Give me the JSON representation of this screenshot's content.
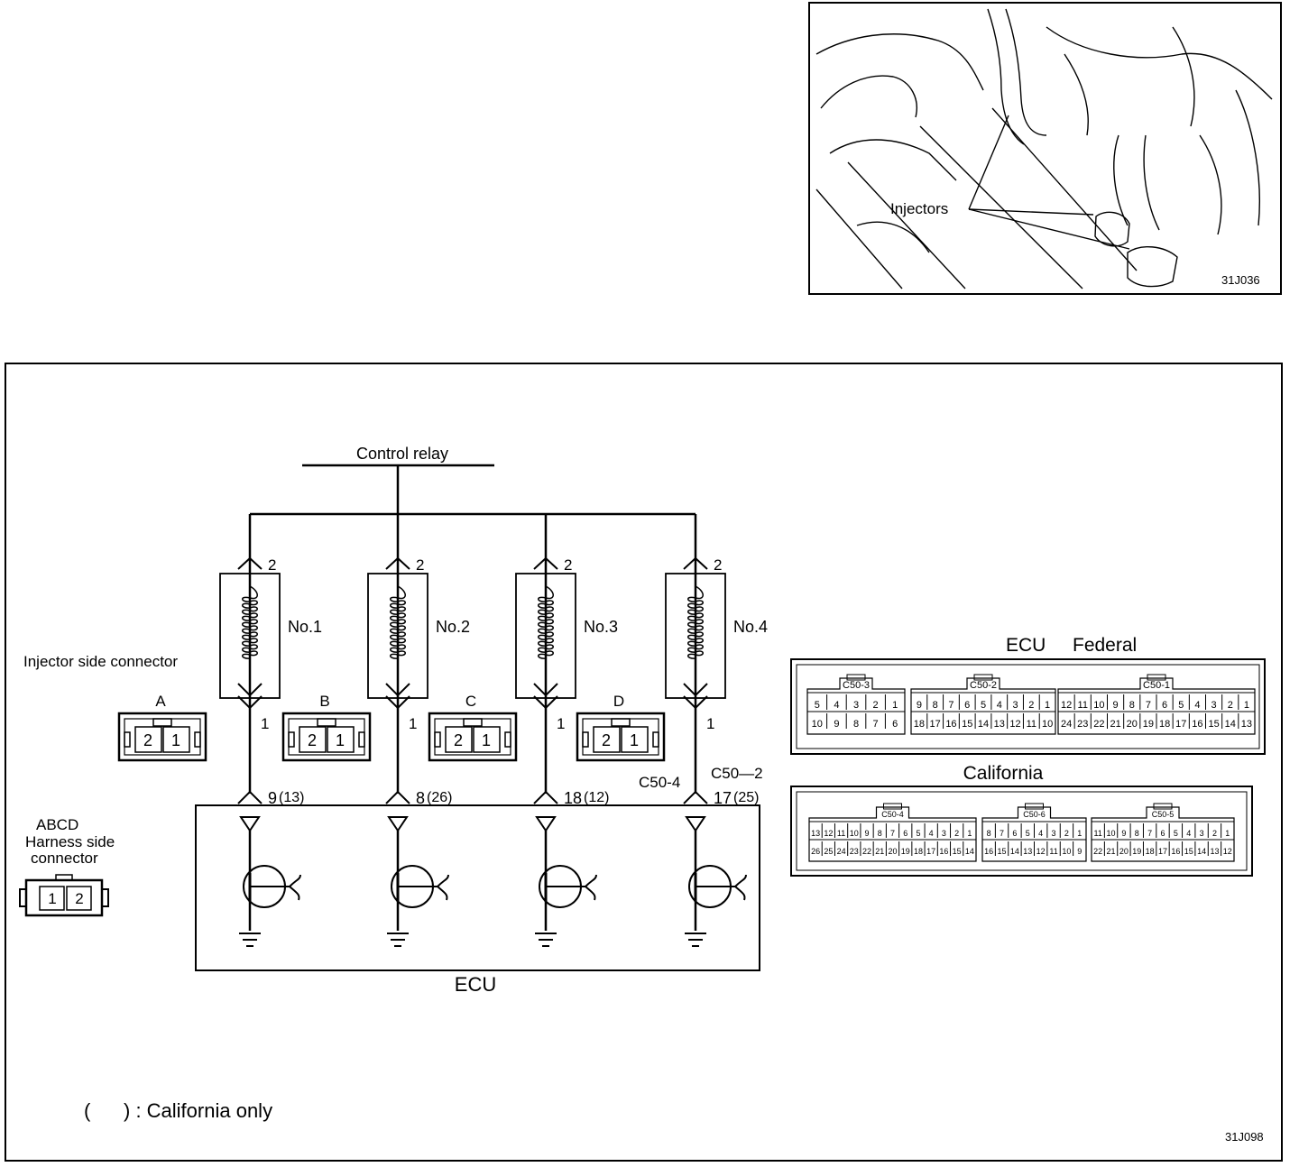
{
  "photo": {
    "callout": "Injectors",
    "figure_code": "31J036"
  },
  "diagram": {
    "figure_code": "31J098",
    "control_relay": "Control relay",
    "injector_side_connector": "Injector side connector",
    "harness_side": {
      "line1": "ABCD",
      "line2": "Harness side",
      "line3": "connector",
      "pins": [
        "1",
        "2"
      ]
    },
    "ecu_label": "ECU",
    "california_note": "(      ) : California only",
    "ecu_connector_labels": {
      "c50_4": "C50-4",
      "c50_2": "C50—2"
    },
    "injectors": [
      {
        "name": "No.1",
        "top_pin": "2",
        "bottom_pin": "1",
        "connector": "A",
        "conn_pins": [
          "2",
          "1"
        ],
        "ecu_pin": "9",
        "ecu_pin_ca": "(13)"
      },
      {
        "name": "No.2",
        "top_pin": "2",
        "bottom_pin": "1",
        "connector": "B",
        "conn_pins": [
          "2",
          "1"
        ],
        "ecu_pin": "8",
        "ecu_pin_ca": "(26)"
      },
      {
        "name": "No.3",
        "top_pin": "2",
        "bottom_pin": "1",
        "connector": "C",
        "conn_pins": [
          "2",
          "1"
        ],
        "ecu_pin": "18",
        "ecu_pin_ca": "(12)"
      },
      {
        "name": "No.4",
        "top_pin": "2",
        "bottom_pin": "1",
        "connector": "D",
        "conn_pins": [
          "2",
          "1"
        ],
        "ecu_pin": "17",
        "ecu_pin_ca": "(25)"
      }
    ],
    "ecu_federal": {
      "title_ecu": "ECU",
      "title_variant": "Federal",
      "connectors": [
        {
          "name": "C50-3",
          "top": [
            "5",
            "4",
            "3",
            "2",
            "1"
          ],
          "bottom": [
            "10",
            "9",
            "8",
            "7",
            "6"
          ]
        },
        {
          "name": "C50-2",
          "top": [
            "9",
            "8",
            "7",
            "6",
            "5",
            "4",
            "3",
            "2",
            "1"
          ],
          "bottom": [
            "18",
            "17",
            "16",
            "15",
            "14",
            "13",
            "12",
            "11",
            "10"
          ]
        },
        {
          "name": "C50-1",
          "top": [
            "12",
            "11",
            "10",
            "9",
            "8",
            "7",
            "6",
            "5",
            "4",
            "3",
            "2",
            "1"
          ],
          "bottom": [
            "24",
            "23",
            "22",
            "21",
            "20",
            "19",
            "18",
            "17",
            "16",
            "15",
            "14",
            "13"
          ]
        }
      ]
    },
    "ecu_california": {
      "title": "California",
      "connectors": [
        {
          "name": "C50-4",
          "top": [
            "13",
            "12",
            "11",
            "10",
            "9",
            "8",
            "7",
            "6",
            "5",
            "4",
            "3",
            "2",
            "1"
          ],
          "bottom": [
            "26",
            "25",
            "24",
            "23",
            "22",
            "21",
            "20",
            "19",
            "18",
            "17",
            "16",
            "15",
            "14"
          ]
        },
        {
          "name": "C50-6",
          "top": [
            "8",
            "7",
            "6",
            "5",
            "4",
            "3",
            "2",
            "1"
          ],
          "bottom": [
            "16",
            "15",
            "14",
            "13",
            "12",
            "11",
            "10",
            "9"
          ]
        },
        {
          "name": "C50-5",
          "top": [
            "11",
            "10",
            "9",
            "8",
            "7",
            "6",
            "5",
            "4",
            "3",
            "2",
            "1"
          ],
          "bottom": [
            "22",
            "21",
            "20",
            "19",
            "18",
            "17",
            "16",
            "15",
            "14",
            "13",
            "12"
          ]
        }
      ]
    }
  }
}
